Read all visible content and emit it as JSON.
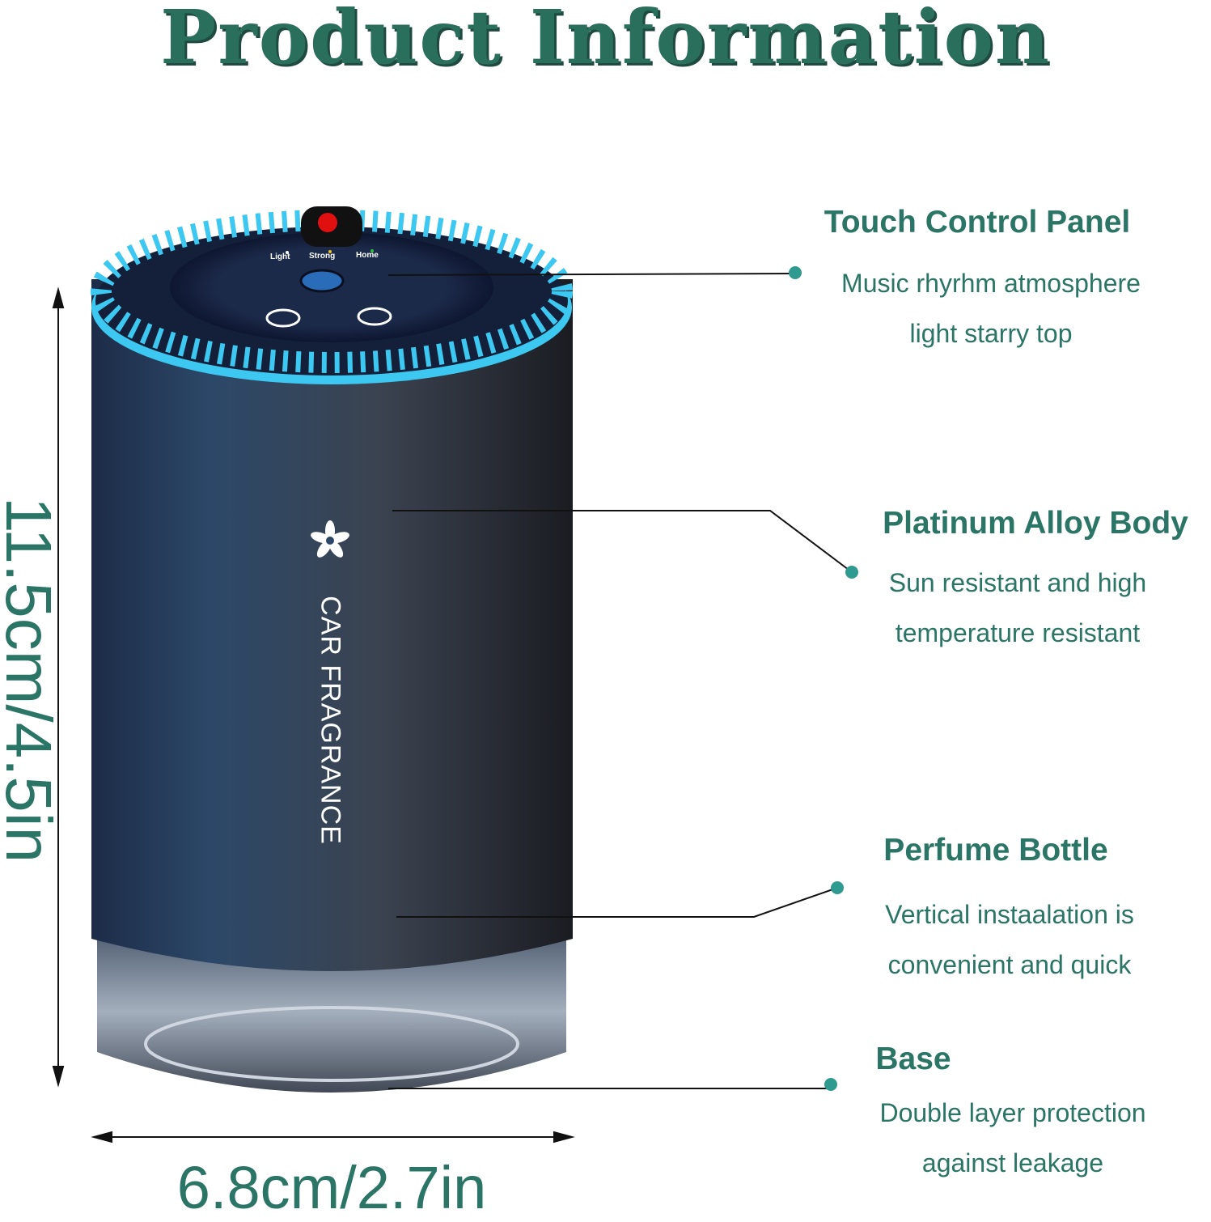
{
  "title": "Product Information",
  "dimensions": {
    "height": "11.5cm/4.5in",
    "width": "6.8cm/2.7in"
  },
  "product": {
    "brand_text": "CAR FRAGRANCE",
    "panel_labels": [
      "Light",
      "Strong",
      "Home"
    ]
  },
  "callouts": [
    {
      "title": "Touch Control Panel",
      "lines": [
        "Music rhyrhm atmosphere",
        "light starry top"
      ]
    },
    {
      "title": "Platinum Alloy Body",
      "lines": [
        "Sun resistant and high",
        "temperature resistant"
      ]
    },
    {
      "title": "Perfume Bottle",
      "lines": [
        "Vertical instaalation is",
        "convenient and quick"
      ]
    },
    {
      "title": "Base",
      "lines": [
        "Double layer protection",
        "against leakage"
      ]
    }
  ],
  "colors": {
    "accent": "#2a7566",
    "dot": "#2f9a8f",
    "glow": "#3cc8f0"
  }
}
